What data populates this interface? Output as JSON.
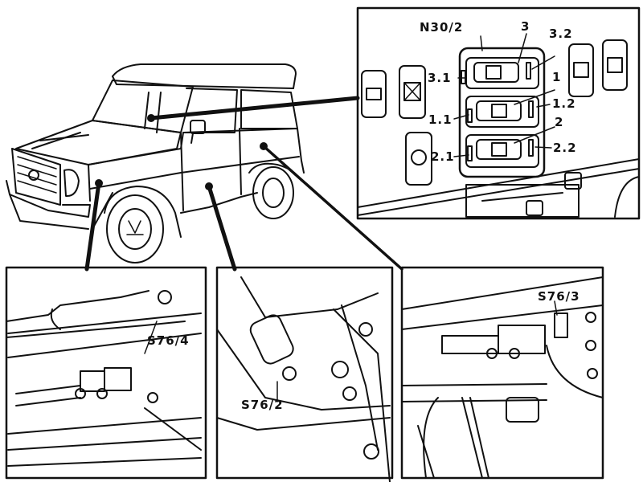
{
  "figure": {
    "description": "Vehicle component location diagram: switch panel and three undercarriage switches",
    "colors": {
      "ink": "#111111",
      "paper": "#ffffff"
    }
  },
  "callouts": {
    "switch_panel": {
      "module": "N30/2",
      "positions": [
        "3",
        "3.2",
        "3.1",
        "1",
        "1.2",
        "1.1",
        "2",
        "2.2",
        "2.1"
      ]
    },
    "detail_left": {
      "label": "S76/4"
    },
    "detail_middle": {
      "label": "S76/2"
    },
    "detail_right": {
      "label": "S76/3"
    }
  }
}
